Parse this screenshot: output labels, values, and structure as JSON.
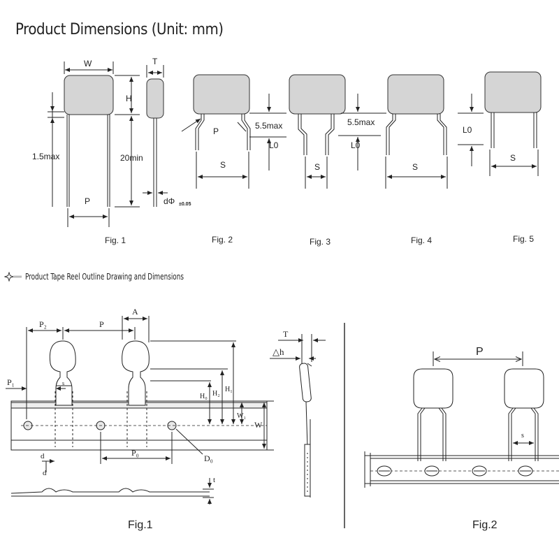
{
  "title": "Product Dimensions (Unit: mm)",
  "tape_heading": "Product Tape Reel Outline Drawing and Dimensions",
  "fig1": {
    "W": "W",
    "H": "H",
    "T": "T",
    "max": "1.5max",
    "min": "20min",
    "P": "P",
    "d": "dΦ",
    "tol": "±0.05",
    "caption": "Fig. 1"
  },
  "fig2": {
    "P": "P",
    "max": "5.5max",
    "L0": "L0",
    "S": "S",
    "caption": "Fig. 2"
  },
  "fig3": {
    "max": "5.5max",
    "L0": "L0",
    "S": "S",
    "caption": "Fig. 3"
  },
  "fig4": {
    "S": "S",
    "caption": "Fig. 4"
  },
  "fig5": {
    "L0": "L0",
    "S": "S",
    "caption": "Fig. 5"
  },
  "tape1": {
    "P2": "P₂",
    "P": "P",
    "A": "A",
    "P1": "P₁",
    "s": "s",
    "H0": "H₀",
    "H2": "H₂",
    "H1": "H₁",
    "W1": "W₁",
    "W": "W",
    "d": "d",
    "d2": "d",
    "P0": "P₀",
    "D0": "D₀",
    "t": "t",
    "caption": "Fig.1"
  },
  "side": {
    "T": "T",
    "dh": "△h"
  },
  "tape2": {
    "P": "P",
    "s": "s",
    "caption": "Fig.2"
  }
}
